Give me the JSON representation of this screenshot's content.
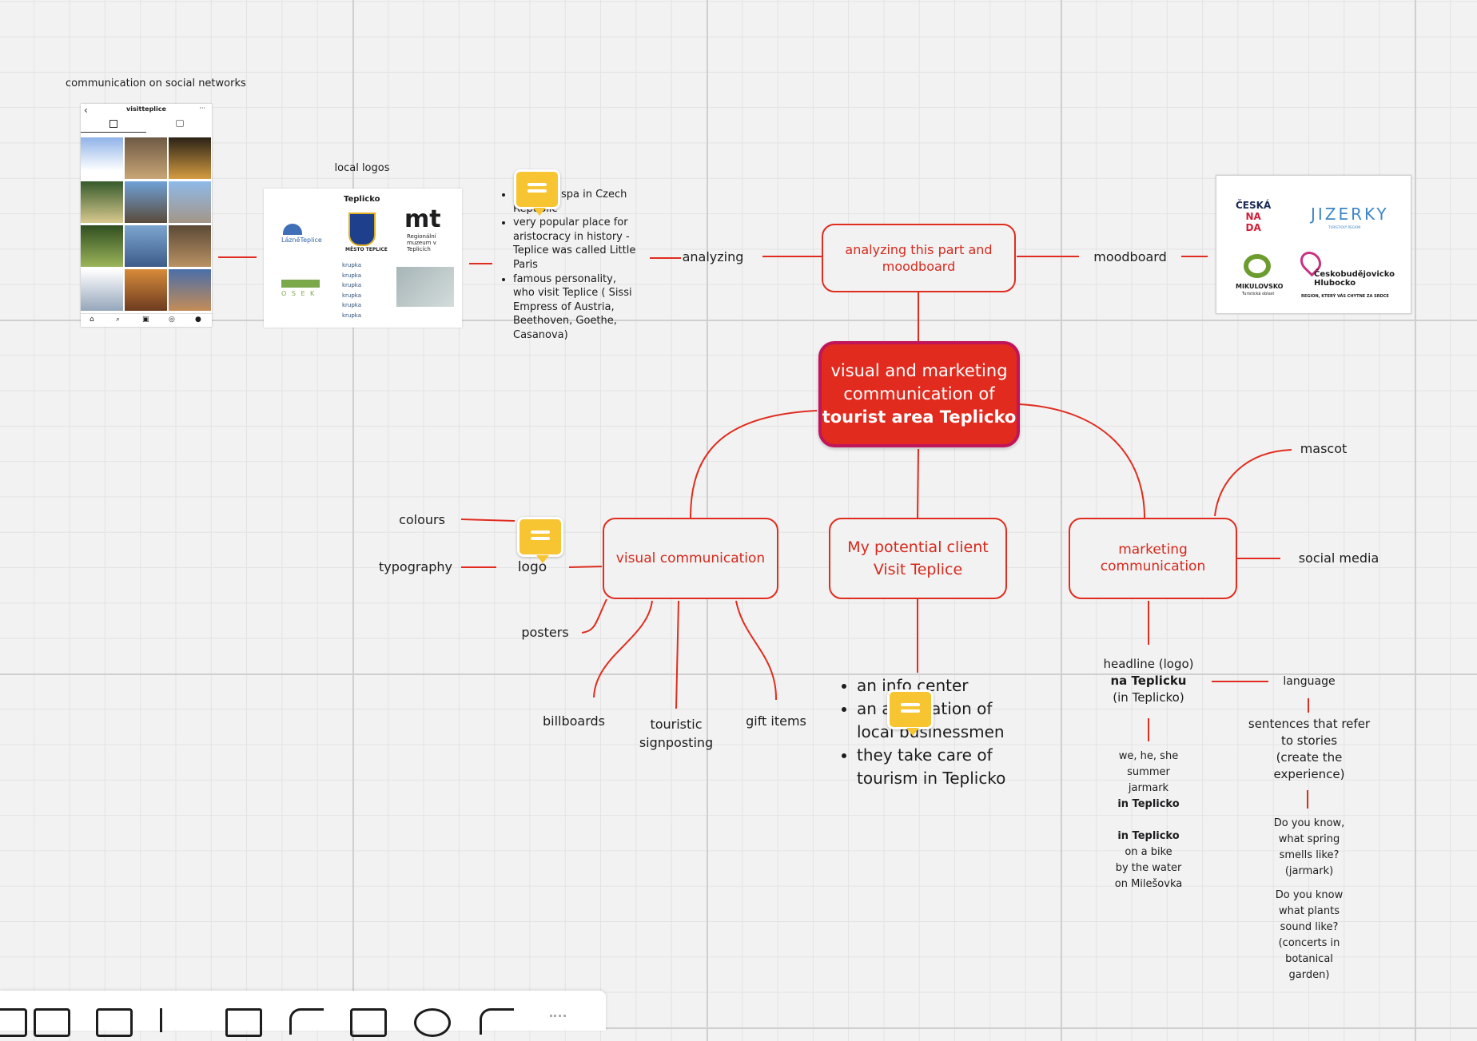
{
  "captions": {
    "social": "communication on social networks",
    "local_logos": "local logos"
  },
  "phone": {
    "username": "visitteplice",
    "more": "···"
  },
  "logos_card": {
    "teplicko": "Teplicko",
    "lazne": "LázněTeplice",
    "mesto": "MĚSTO TEPLICE",
    "mt": "mt",
    "mt_sub": "Regionální muzeum v Teplicích",
    "osek": "O S E K",
    "krupka": "krupka"
  },
  "analysis_notes": [
    "spa in Czech Republic",
    "very popular place for aristocracy in history - Teplice was called Little Paris",
    "famous personality, who visit Teplice ( Sissi Empress of Austria, Beethoven, Goethe, Casanova)"
  ],
  "nodes": {
    "analyzing": "analyzing",
    "analyzing_moodboard": "analyzing this part and moodboard",
    "moodboard": "moodboard",
    "central_line1": "visual and marketing",
    "central_line2": "communication of",
    "central_line3": "tourist area Teplicko",
    "visual": "visual communication",
    "client_line1": "My potential client",
    "client_line2": "Visit Teplice",
    "marketing_line1": "marketing",
    "marketing_line2": "communication",
    "mascot": "mascot",
    "social_media": "social media",
    "colours": "colours",
    "typography": "typography",
    "logo": "logo",
    "posters": "posters",
    "billboards": "billboards",
    "signposting_line1": "touristic",
    "signposting_line2": "signposting",
    "gift_items": "gift items",
    "headline_line1": "headline (logo)",
    "headline_line2": "na Teplicku",
    "headline_line3": "(in Teplicko)",
    "language": "language"
  },
  "client_bullets": [
    "an info center",
    "an association of local businessmen",
    "they take care of tourism in Teplicko"
  ],
  "we_block": [
    "we, he, she",
    "summer",
    "jarmark",
    "in Teplicko",
    "",
    "in Teplicko",
    "on a bike",
    "by the water",
    "on Milešovka"
  ],
  "sentences": [
    "sentences that refer",
    "to stories",
    "(create the",
    "experience)"
  ],
  "question1": [
    "Do you know,",
    "what spring",
    "smells like?",
    "(jarmark)"
  ],
  "question2": [
    "Do you know",
    "what plants",
    "sound like?",
    "(concerts in",
    "botanical",
    "garden)"
  ],
  "moodboard_logos": {
    "ceska1": "ČESKÁ",
    "ceska2": "NA",
    "ceska3": "DA",
    "jizerky": "JIZERKY",
    "jizerky_sub": "TURISTICKÝ REGION",
    "mikulovsko": "MIKULOVSKO",
    "mikulovsko_sub": "Turistická oblast",
    "cb1": "Českobudějovicko",
    "cb2": "Hlubocko",
    "cb_sub": "REGION, KTERÝ VÁS CHYTNE ZA SRDCE"
  },
  "colors": {
    "accent": "#e02d1f",
    "central": "#e12b1f",
    "comment": "#f7c531"
  }
}
